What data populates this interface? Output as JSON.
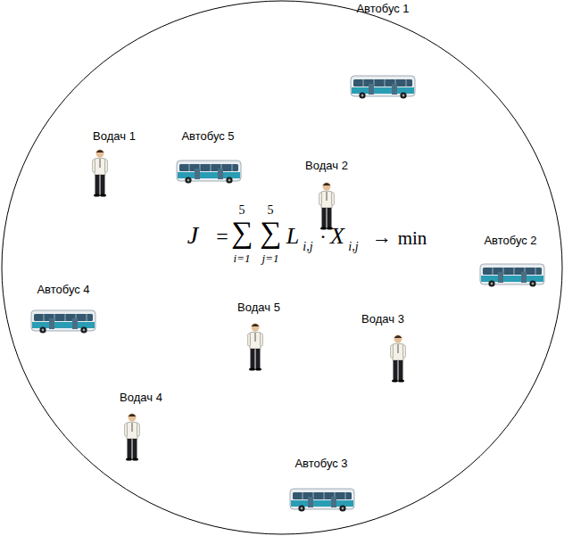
{
  "diagram": {
    "labels": [
      "Автобус 1",
      "Водач 1",
      "Автобус 5",
      "Водач 2",
      "Автобус 2",
      "Автобус 4",
      "Водач 5",
      "Водач 3",
      "Водач 4",
      "Автобус 3",
      "J",
      "=",
      "5",
      "∑",
      "i=1",
      "5",
      "∑",
      "j=1",
      "L",
      "i,j",
      "·",
      "X",
      "i,j",
      "→",
      "min"
    ]
  }
}
